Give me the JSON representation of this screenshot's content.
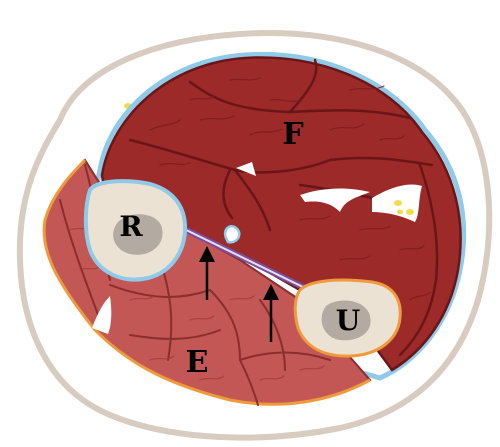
{
  "labels": {
    "flexor": "F",
    "extensor": "E",
    "radius": "R",
    "ulna": "U"
  },
  "colors": {
    "skin_outline": "#d8ccc0",
    "fascia": "#8fcbe8",
    "flexor_fill": "#9b2a29",
    "flexor_stroke": "#6a1618",
    "extensor_fill": "#c25755",
    "extensor_stroke": "#8a2e2e",
    "extensor_outline": "#ef9a3b",
    "bone_fill": "#ece2d4",
    "marrow_fill": "#b3aaa1",
    "interosseous_membrane": "#7b4f9a",
    "fat": "#f2dc4c",
    "arrow": "#000000"
  },
  "arrows": 2
}
